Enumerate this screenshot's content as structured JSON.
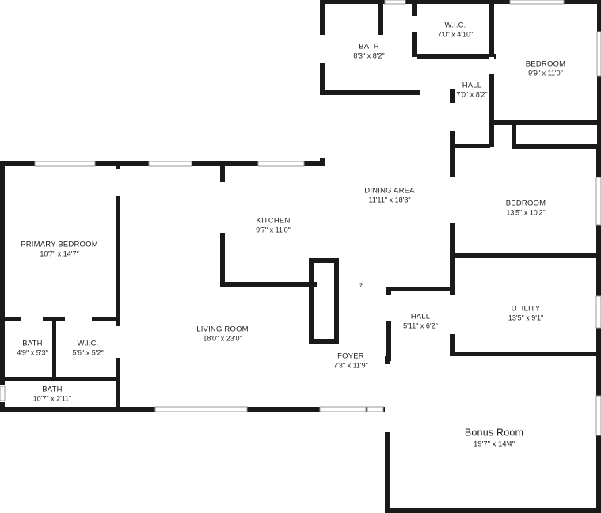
{
  "rooms": [
    {
      "id": "bath-top",
      "name": "BATH",
      "dims": "8'3\" x 8'2\""
    },
    {
      "id": "wic-top",
      "name": "W.I.C.",
      "dims": "7'0\" x 4'10\""
    },
    {
      "id": "bedroom-ne",
      "name": "BEDROOM",
      "dims": "9'9\" x 11'0\""
    },
    {
      "id": "hall-north",
      "name": "HALL",
      "dims": "7'0\" x 8'2\""
    },
    {
      "id": "dining-area",
      "name": "DINING AREA",
      "dims": "11'11\" x 18'3\""
    },
    {
      "id": "bedroom-east",
      "name": "BEDROOM",
      "dims": "13'5\" x 10'2\""
    },
    {
      "id": "kitchen",
      "name": "KITCHEN",
      "dims": "9'7\" x 11'0\""
    },
    {
      "id": "primary-bedroom",
      "name": "PRIMARY BEDROOM",
      "dims": "10'7\" x 14'7\""
    },
    {
      "id": "living-room",
      "name": "LIVING ROOM",
      "dims": "18'0\" x 23'0\""
    },
    {
      "id": "hall-center",
      "name": "HALL",
      "dims": "5'11\" x 6'2\""
    },
    {
      "id": "utility",
      "name": "UTILITY",
      "dims": "13'5\" x 9'1\""
    },
    {
      "id": "foyer",
      "name": "FOYER",
      "dims": "7'3\" x 11'9\""
    },
    {
      "id": "bath-primary",
      "name": "BATH",
      "dims": "4'9\" x 5'3\""
    },
    {
      "id": "wic-primary",
      "name": "W.I.C.",
      "dims": "5'6\" x 5'2\""
    },
    {
      "id": "bath-south",
      "name": "BATH",
      "dims": "10'7\" x 2'11\""
    },
    {
      "id": "bonus-room",
      "name": "Bonus Room",
      "dims": "19'7\" x 14'4\""
    }
  ],
  "stair_marker": "z"
}
